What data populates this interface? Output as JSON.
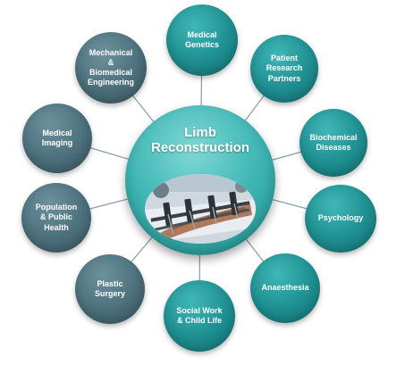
{
  "center": {
    "title": "Limb\nReconstruction",
    "image": "external-fixator-photo"
  },
  "nodes": [
    {
      "id": "medical-genetics",
      "label": "Medical\nGenetics",
      "color": "#1f9a9c"
    },
    {
      "id": "patient-research-partners",
      "label": "Patient\nResearch\nPartners",
      "color": "#1f9a9c"
    },
    {
      "id": "biochemical-diseases",
      "label": "Biochemical\nDiseases",
      "color": "#1f9a9c"
    },
    {
      "id": "psychology",
      "label": "Psychology",
      "color": "#1f9a9c"
    },
    {
      "id": "anaesthesia",
      "label": "Anaesthesia",
      "color": "#1f9a9c"
    },
    {
      "id": "social-work",
      "label": "Social Work\n& Child Life",
      "color": "#1f9a9c"
    },
    {
      "id": "plastic-surgery",
      "label": "Plastic\nSurgery",
      "color": "#4e7380"
    },
    {
      "id": "population-public-health",
      "label": "Population\n& Public\nHealth",
      "color": "#4e7380"
    },
    {
      "id": "medical-imaging",
      "label": "Medical\nImaging",
      "color": "#4e7380"
    },
    {
      "id": "mechanical-biomedical-engineering",
      "label": "Mechanical\n&\nBiomedical\nEngineering",
      "color": "#4e7380"
    }
  ]
}
